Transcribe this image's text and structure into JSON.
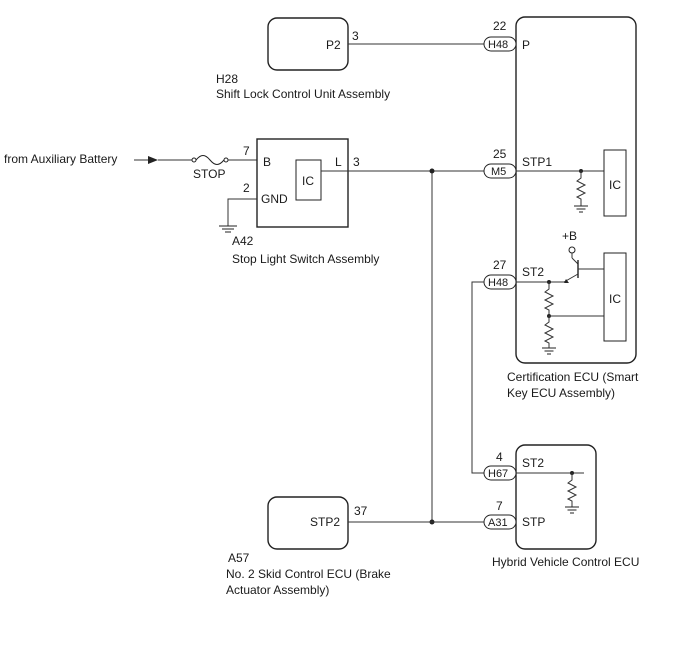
{
  "shift_lock": {
    "name": "Shift Lock Control Unit Assembly",
    "code": "H28",
    "pin_label": "P2",
    "pin_number": "3"
  },
  "stop_light": {
    "name": "Stop Light Switch Assembly",
    "code": "A42",
    "pin_b": "B",
    "pin_b_num": "7",
    "pin_gnd": "GND",
    "pin_gnd_num": "2",
    "pin_l": "L",
    "pin_l_num": "3",
    "ic": "IC"
  },
  "source": {
    "label": "from Auxiliary Battery",
    "fuse": "STOP"
  },
  "certification_ecu": {
    "name_line1": "Certification ECU (Smart",
    "name_line2": "Key ECU Assembly)",
    "p_num": "22",
    "p_conn": "H48",
    "p_label": "P",
    "stp1_num": "25",
    "stp1_conn": "M5",
    "stp1_label": "STP1",
    "st2_num": "27",
    "st2_conn": "H48",
    "st2_label": "ST2",
    "plus_b": "+B",
    "ic1": "IC",
    "ic2": "IC"
  },
  "hybrid_ecu": {
    "name": "Hybrid Vehicle Control ECU",
    "st2_num": "4",
    "st2_conn": "H67",
    "st2_label": "ST2",
    "stp_num": "7",
    "stp_conn": "A31",
    "stp_label": "STP"
  },
  "skid_ecu": {
    "code": "A57",
    "name_line1": "No. 2 Skid Control ECU (Brake",
    "name_line2": "Actuator Assembly)",
    "pin_label": "STP2",
    "pin_number": "37"
  }
}
